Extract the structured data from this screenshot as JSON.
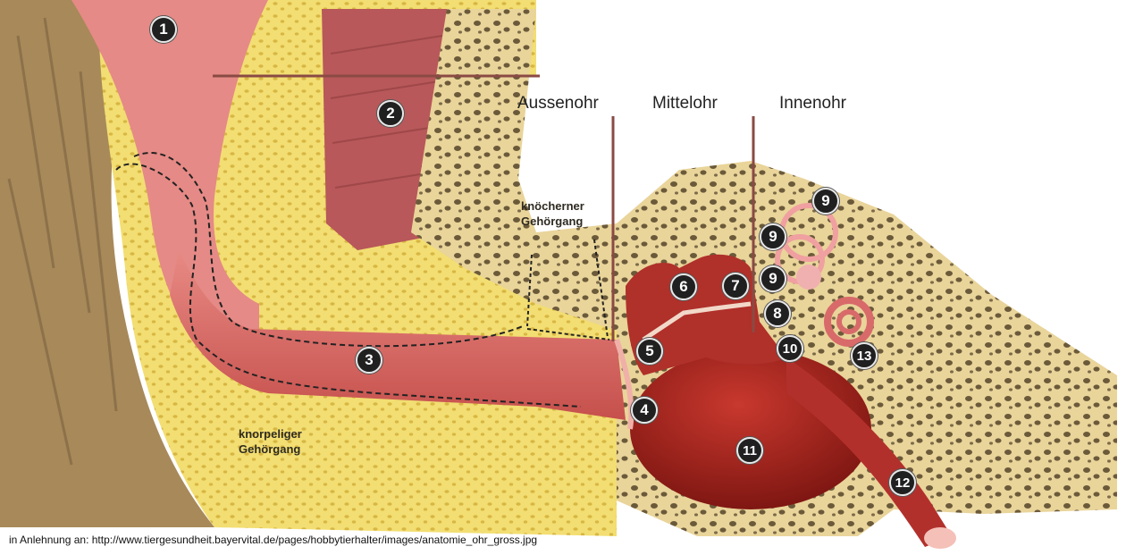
{
  "regions": {
    "outer": "Aussenohr",
    "middle": "Mittelohr",
    "inner": "Innenohr"
  },
  "canal_labels": {
    "bony": "knöcherner\nGehörgang",
    "cartilaginous": "knorpeliger\nGehörgang"
  },
  "markers": [
    "1",
    "2",
    "3",
    "4",
    "5",
    "6",
    "7",
    "8",
    "9",
    "9",
    "9",
    "10",
    "11",
    "12",
    "13"
  ],
  "source": "in Anlehnung an: http://www.tiergesundheit.bayervital.de/pages/hobbytierhalter/images/anatomie_ohr_gross.jpg",
  "colors": {
    "bone": "#e9d49a",
    "cartilage": "#f0dd6a",
    "canal": "#d9706a",
    "muscle": "#b8585a",
    "tympanic_cavity": "#a8201c",
    "divider": "#8a4a44"
  }
}
